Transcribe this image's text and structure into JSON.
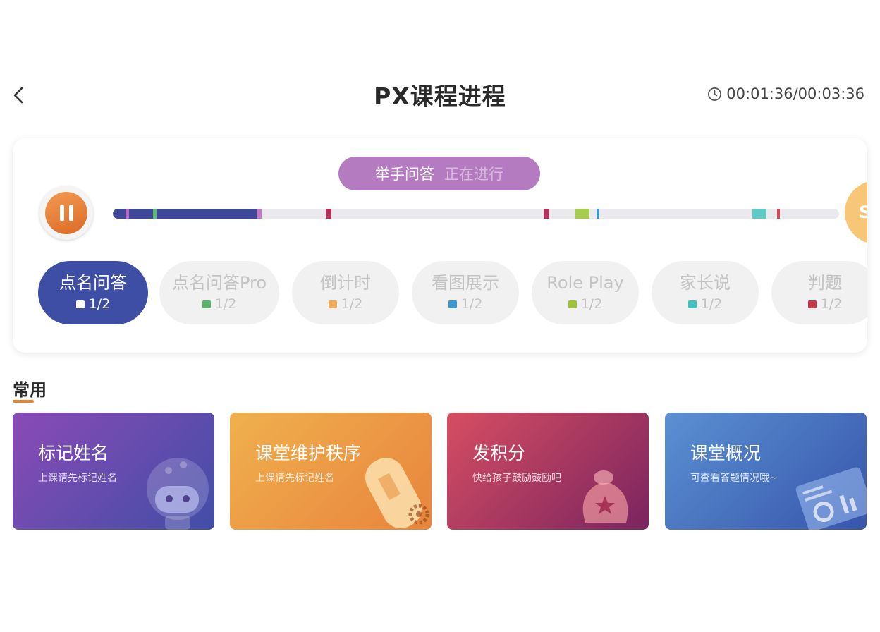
{
  "header": {
    "title": "PX课程进程",
    "timer": "00:01:36/00:03:36"
  },
  "status": {
    "activity": "举手问答",
    "state": "正在进行"
  },
  "timeline": {
    "progress": 0.2
  },
  "side_badge": "S",
  "activities": [
    {
      "label": "点名问答",
      "count": "1/2",
      "color": "#ffffff",
      "active": true
    },
    {
      "label": "点名问答Pro",
      "count": "1/2",
      "color": "#59b36a",
      "active": false
    },
    {
      "label": "倒计时",
      "count": "1/2",
      "color": "#efaa5a",
      "active": false
    },
    {
      "label": "看图展示",
      "count": "1/2",
      "color": "#3c97cf",
      "active": false
    },
    {
      "label": "Role Play",
      "count": "1/2",
      "color": "#9dc33b",
      "active": false
    },
    {
      "label": "家长说",
      "count": "1/2",
      "color": "#43bfc0",
      "active": false
    },
    {
      "label": "判题",
      "count": "1/2",
      "color": "#c5374c",
      "active": false
    }
  ],
  "section": {
    "title": "常用"
  },
  "tools": [
    {
      "title": "标记姓名",
      "subtitle": "上课请先标记姓名",
      "icon": "robot-icon",
      "gradient": [
        "#8a4ab6",
        "#414ea6"
      ]
    },
    {
      "title": "课堂维护秩序",
      "subtitle": "上课请先标记姓名",
      "icon": "bandage-icon",
      "gradient": [
        "#f0b04e",
        "#e8843c"
      ]
    },
    {
      "title": "发积分",
      "subtitle": "快给孩子鼓励鼓励吧",
      "icon": "money-bag-icon",
      "gradient": [
        "#d64e61",
        "#7a2460"
      ]
    },
    {
      "title": "课堂概况",
      "subtitle": "可查看答题情况哦~",
      "icon": "dashboard-icon",
      "gradient": [
        "#5b90d2",
        "#3655ab"
      ]
    }
  ]
}
